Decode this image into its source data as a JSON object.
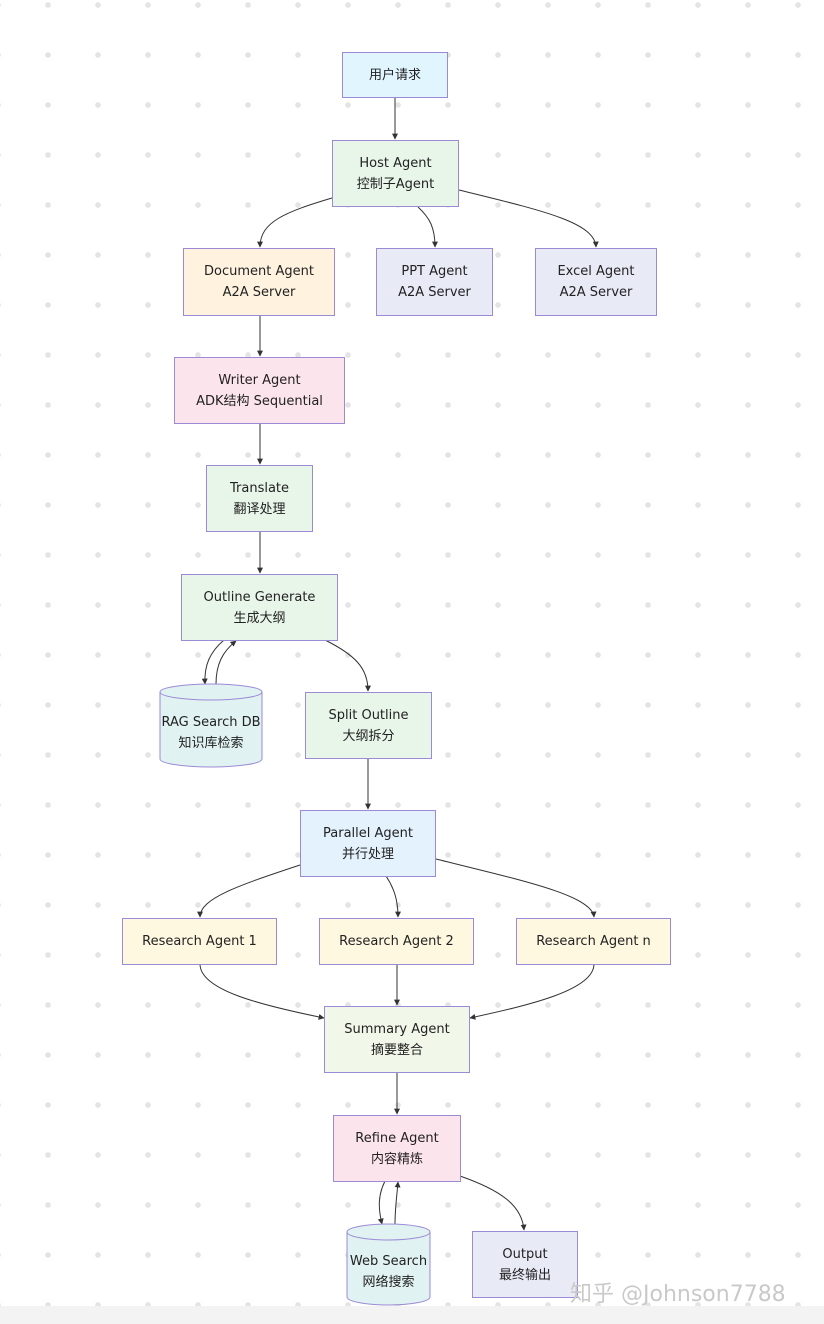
{
  "colors": {
    "border": "#9b8bd6",
    "edge": "#333333",
    "fill_blue": "#e1f5fe",
    "fill_green": "#e8f5e9",
    "fill_orange": "#fff3e0",
    "fill_lavender": "#e8eaf6",
    "fill_pink": "#fce4ec",
    "fill_yellow": "#fff8e1",
    "fill_lime": "#f1f8e9",
    "fill_cyan": "#e0f2f1"
  },
  "nodes": {
    "user_request": {
      "line1": "用户请求",
      "line2": ""
    },
    "host_agent": {
      "line1": "Host Agent",
      "line2": "控制子Agent"
    },
    "document_agent": {
      "line1": "Document Agent",
      "line2": "A2A Server"
    },
    "ppt_agent": {
      "line1": "PPT Agent",
      "line2": "A2A Server"
    },
    "excel_agent": {
      "line1": "Excel Agent",
      "line2": "A2A Server"
    },
    "writer_agent": {
      "line1": "Writer Agent",
      "line2": "ADK结构 Sequential"
    },
    "translate": {
      "line1": "Translate",
      "line2": "翻译处理"
    },
    "outline_generate": {
      "line1": "Outline Generate",
      "line2": "生成大纲"
    },
    "rag_search_db": {
      "line1": "RAG Search DB",
      "line2": "知识库检索"
    },
    "split_outline": {
      "line1": "Split Outline",
      "line2": "大纲拆分"
    },
    "parallel_agent": {
      "line1": "Parallel Agent",
      "line2": "并行处理"
    },
    "research_agent_1": {
      "line1": "Research Agent 1",
      "line2": ""
    },
    "research_agent_2": {
      "line1": "Research Agent 2",
      "line2": ""
    },
    "research_agent_n": {
      "line1": "Research Agent n",
      "line2": ""
    },
    "summary_agent": {
      "line1": "Summary Agent",
      "line2": "摘要整合"
    },
    "refine_agent": {
      "line1": "Refine Agent",
      "line2": "内容精炼"
    },
    "web_search": {
      "line1": "Web Search",
      "line2": "网络搜索"
    },
    "output": {
      "line1": "Output",
      "line2": "最终输出"
    }
  },
  "watermark": "知乎 @Johnson7788"
}
